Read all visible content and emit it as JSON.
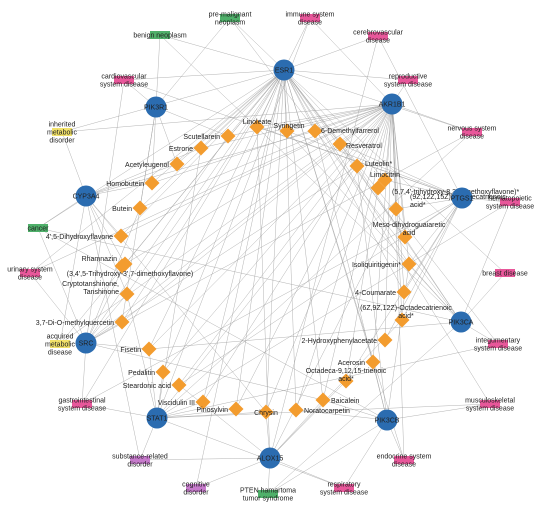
{
  "colors": {
    "target": "#2b6cb0",
    "compound": "#f39c2e",
    "disease_pink": "#e8579a",
    "disease_green": "#4fb06a",
    "disease_yellow": "#f2e26a",
    "disease_purple": "#c77bcc",
    "edge": "#9a9a9a"
  },
  "targets": [
    {
      "id": "ESR1",
      "label": "ESR1"
    },
    {
      "id": "AKR1B1",
      "label": "AKR1B1"
    },
    {
      "id": "PIK3R1",
      "label": "PIK3R1"
    },
    {
      "id": "CYP3A4",
      "label": "CYP3A4"
    },
    {
      "id": "PTGS1",
      "label": "PTGS1"
    },
    {
      "id": "PIK3CA",
      "label": "PIK3CA"
    },
    {
      "id": "SRC",
      "label": "SRC"
    },
    {
      "id": "STAT1",
      "label": "STAT1"
    },
    {
      "id": "PIK3CB",
      "label": "PIK3CB"
    },
    {
      "id": "ALOX15",
      "label": "ALOX15"
    }
  ],
  "compounds": [
    {
      "id": "c1",
      "label": "Syringetin"
    },
    {
      "id": "c2",
      "label": "Linoleate"
    },
    {
      "id": "c3",
      "label": "6-Demethylfarrerol"
    },
    {
      "id": "c4",
      "label": "Scutellarein"
    },
    {
      "id": "c5",
      "label": "Estrone"
    },
    {
      "id": "c6",
      "label": "Resveratrol"
    },
    {
      "id": "c7",
      "label": "Acetyleugenol"
    },
    {
      "id": "c8",
      "label": "Luteolin*"
    },
    {
      "id": "c9",
      "label": "Limocitrin"
    },
    {
      "id": "c10",
      "label": "(5,7,4'-trihydroxy-8,3'-dimethoxyflavone)*"
    },
    {
      "id": "c11",
      "label": "Homobutein"
    },
    {
      "id": "c12",
      "label": "(9Z,12Z,15Z)-Octadecatrienoic acid*"
    },
    {
      "id": "c13",
      "label": "Butein"
    },
    {
      "id": "c14",
      "label": "Meso-dihydroguaiaretic acid"
    },
    {
      "id": "c15",
      "label": "4',5-Dihydroxyflavone"
    },
    {
      "id": "c16",
      "label": "Rhamnazin"
    },
    {
      "id": "c17",
      "label": "(3,4',5-Trihydroxy-3',7-dimethoxyflavone)"
    },
    {
      "id": "c18",
      "label": "Isoliquiritigenin*"
    },
    {
      "id": "c19",
      "label": "Cryptotanshinone, Tanshinone"
    },
    {
      "id": "c20",
      "label": "4-Coumarate"
    },
    {
      "id": "c21",
      "label": "(6Z,9Z,12Z)-Octadecatrienoic acid*"
    },
    {
      "id": "c22",
      "label": "3,7-Di-O-methylquercetin"
    },
    {
      "id": "c23",
      "label": "Fisetin"
    },
    {
      "id": "c24",
      "label": "2-Hydroxyphenylacetate"
    },
    {
      "id": "c25",
      "label": "Pedalitin"
    },
    {
      "id": "c26",
      "label": "Acerosin"
    },
    {
      "id": "c27",
      "label": "Steardonic acid"
    },
    {
      "id": "c28",
      "label": "Octadeca-9,12,15-trienoic acid*"
    },
    {
      "id": "c29",
      "label": "Viscidulin III"
    },
    {
      "id": "c30",
      "label": "Baicalein"
    },
    {
      "id": "c31",
      "label": "Pinosylvin"
    },
    {
      "id": "c32",
      "label": "Chrysin"
    },
    {
      "id": "c33",
      "label": "Noratocarpetin"
    }
  ],
  "diseases": [
    {
      "id": "d1",
      "label": "pre-malignant neoplasm",
      "color": "green"
    },
    {
      "id": "d2",
      "label": "immune system disease",
      "color": "pink"
    },
    {
      "id": "d3",
      "label": "benign neoplasm",
      "color": "green"
    },
    {
      "id": "d4",
      "label": "cerebrovascular disease",
      "color": "pink"
    },
    {
      "id": "d5",
      "label": "cardiovascular system disease",
      "color": "pink"
    },
    {
      "id": "d6",
      "label": "reproductive system disease",
      "color": "pink"
    },
    {
      "id": "d7",
      "label": "inherited metabolic disorder",
      "color": "yellow"
    },
    {
      "id": "d8",
      "label": "nervous system disease",
      "color": "pink"
    },
    {
      "id": "d9",
      "label": "cancer",
      "color": "green"
    },
    {
      "id": "d10",
      "label": "hematopoietic system disease",
      "color": "pink"
    },
    {
      "id": "d11",
      "label": "urinary system disease",
      "color": "pink"
    },
    {
      "id": "d12",
      "label": "breast disease",
      "color": "pink"
    },
    {
      "id": "d13",
      "label": "acquired metabolic disease",
      "color": "yellow"
    },
    {
      "id": "d14",
      "label": "integumentary system disease",
      "color": "pink"
    },
    {
      "id": "d15",
      "label": "gastrointestinal system disease",
      "color": "pink"
    },
    {
      "id": "d16",
      "label": "musculoskeletal system disease",
      "color": "pink"
    },
    {
      "id": "d17",
      "label": "substance-related disorder",
      "color": "purple"
    },
    {
      "id": "d18",
      "label": "endocrine system disease",
      "color": "pink"
    },
    {
      "id": "d19",
      "label": "cognitive disorder",
      "color": "purple"
    },
    {
      "id": "d20",
      "label": "respiratory system disease",
      "color": "pink"
    },
    {
      "id": "d21",
      "label": "PTEN hamartoma tumor syndrome",
      "color": "green"
    }
  ],
  "edges": [
    [
      "c1",
      "ESR1"
    ],
    [
      "c1",
      "AKR1B1"
    ],
    [
      "c1",
      "PTGS1"
    ],
    [
      "c1",
      "PIK3CA"
    ],
    [
      "c2",
      "ESR1"
    ],
    [
      "c2",
      "AKR1B1"
    ],
    [
      "c2",
      "ALOX15"
    ],
    [
      "c2",
      "PTGS1"
    ],
    [
      "c3",
      "ESR1"
    ],
    [
      "c3",
      "AKR1B1"
    ],
    [
      "c3",
      "CYP3A4"
    ],
    [
      "c3",
      "PIK3CB"
    ],
    [
      "c4",
      "ESR1"
    ],
    [
      "c4",
      "AKR1B1"
    ],
    [
      "c4",
      "PIK3R1"
    ],
    [
      "c4",
      "SRC"
    ],
    [
      "c5",
      "ESR1"
    ],
    [
      "c5",
      "CYP3A4"
    ],
    [
      "c5",
      "AKR1B1"
    ],
    [
      "c5",
      "STAT1"
    ],
    [
      "c6",
      "ESR1"
    ],
    [
      "c6",
      "PTGS1"
    ],
    [
      "c6",
      "AKR1B1"
    ],
    [
      "c6",
      "PIK3CA"
    ],
    [
      "c6",
      "SRC"
    ],
    [
      "c7",
      "ESR1"
    ],
    [
      "c7",
      "PIK3R1"
    ],
    [
      "c7",
      "CYP3A4"
    ],
    [
      "c8",
      "AKR1B1"
    ],
    [
      "c8",
      "ESR1"
    ],
    [
      "c8",
      "PIK3CA"
    ],
    [
      "c8",
      "PIK3CB"
    ],
    [
      "c8",
      "SRC"
    ],
    [
      "c8",
      "STAT1"
    ],
    [
      "c9",
      "AKR1B1"
    ],
    [
      "c9",
      "PTGS1"
    ],
    [
      "c9",
      "ESR1"
    ],
    [
      "c11",
      "ESR1"
    ],
    [
      "c11",
      "AKR1B1"
    ],
    [
      "c11",
      "CYP3A4"
    ],
    [
      "c11",
      "PIK3R1"
    ],
    [
      "c12",
      "ALOX15"
    ],
    [
      "c12",
      "PTGS1"
    ],
    [
      "c12",
      "AKR1B1"
    ],
    [
      "c13",
      "AKR1B1"
    ],
    [
      "c13",
      "ESR1"
    ],
    [
      "c13",
      "PIK3R1"
    ],
    [
      "c13",
      "SRC"
    ],
    [
      "c14",
      "PTGS1"
    ],
    [
      "c14",
      "AKR1B1"
    ],
    [
      "c14",
      "ESR1"
    ],
    [
      "c15",
      "ESR1"
    ],
    [
      "c15",
      "AKR1B1"
    ],
    [
      "c15",
      "CYP3A4"
    ],
    [
      "c16",
      "ESR1"
    ],
    [
      "c16",
      "AKR1B1"
    ],
    [
      "c16",
      "CYP3A4"
    ],
    [
      "c16",
      "SRC"
    ],
    [
      "c18",
      "ESR1"
    ],
    [
      "c18",
      "AKR1B1"
    ],
    [
      "c18",
      "PIK3CA"
    ],
    [
      "c18",
      "PIK3CB"
    ],
    [
      "c18",
      "PTGS1"
    ],
    [
      "c19",
      "ESR1"
    ],
    [
      "c19",
      "STAT1"
    ],
    [
      "c19",
      "CYP3A4"
    ],
    [
      "c19",
      "SRC"
    ],
    [
      "c20",
      "PTGS1"
    ],
    [
      "c20",
      "AKR1B1"
    ],
    [
      "c20",
      "ESR1"
    ],
    [
      "c21",
      "ALOX15"
    ],
    [
      "c21",
      "PTGS1"
    ],
    [
      "c21",
      "AKR1B1"
    ],
    [
      "c22",
      "ESR1"
    ],
    [
      "c22",
      "AKR1B1"
    ],
    [
      "c22",
      "SRC"
    ],
    [
      "c22",
      "PIK3R1"
    ],
    [
      "c23",
      "SRC"
    ],
    [
      "c23",
      "PIK3CA"
    ],
    [
      "c23",
      "ESR1"
    ],
    [
      "c23",
      "AKR1B1"
    ],
    [
      "c23",
      "STAT1"
    ],
    [
      "c24",
      "AKR1B1"
    ],
    [
      "c24",
      "PTGS1"
    ],
    [
      "c25",
      "AKR1B1"
    ],
    [
      "c25",
      "ESR1"
    ],
    [
      "c25",
      "STAT1"
    ],
    [
      "c26",
      "AKR1B1"
    ],
    [
      "c26",
      "PIK3CB"
    ],
    [
      "c26",
      "ESR1"
    ],
    [
      "c27",
      "ALOX15"
    ],
    [
      "c27",
      "PTGS1"
    ],
    [
      "c27",
      "AKR1B1"
    ],
    [
      "c28",
      "ALOX15"
    ],
    [
      "c28",
      "PTGS1"
    ],
    [
      "c28",
      "AKR1B1"
    ],
    [
      "c29",
      "ESR1"
    ],
    [
      "c29",
      "AKR1B1"
    ],
    [
      "c29",
      "STAT1"
    ],
    [
      "c30",
      "AKR1B1"
    ],
    [
      "c30",
      "ESR1"
    ],
    [
      "c30",
      "PIK3CB"
    ],
    [
      "c30",
      "ALOX15"
    ],
    [
      "c30",
      "SRC"
    ],
    [
      "c31",
      "ESR1"
    ],
    [
      "c31",
      "AKR1B1"
    ],
    [
      "c31",
      "STAT1"
    ],
    [
      "c32",
      "ESR1"
    ],
    [
      "c32",
      "AKR1B1"
    ],
    [
      "c32",
      "CYP3A4"
    ],
    [
      "c32",
      "ALOX15"
    ],
    [
      "c32",
      "STAT1"
    ],
    [
      "c33",
      "ESR1"
    ],
    [
      "c33",
      "AKR1B1"
    ],
    [
      "c33",
      "PIK3CB"
    ],
    [
      "d1",
      "ESR1"
    ],
    [
      "d1",
      "PIK3CA"
    ],
    [
      "d1",
      "PIK3R1"
    ],
    [
      "d2",
      "ESR1"
    ],
    [
      "d2",
      "STAT1"
    ],
    [
      "d2",
      "AKR1B1"
    ],
    [
      "d3",
      "ESR1"
    ],
    [
      "d3",
      "PIK3CA"
    ],
    [
      "d3",
      "PIK3R1"
    ],
    [
      "d4",
      "ESR1"
    ],
    [
      "d4",
      "PTGS1"
    ],
    [
      "d4",
      "ALOX15"
    ],
    [
      "d5",
      "ESR1"
    ],
    [
      "d5",
      "PTGS1"
    ],
    [
      "d5",
      "PIK3R1"
    ],
    [
      "d5",
      "SRC"
    ],
    [
      "d6",
      "ESR1"
    ],
    [
      "d6",
      "AKR1B1"
    ],
    [
      "d7",
      "CYP3A4"
    ],
    [
      "d7",
      "AKR1B1"
    ],
    [
      "d7",
      "ESR1"
    ],
    [
      "d8",
      "AKR1B1"
    ],
    [
      "d8",
      "ESR1"
    ],
    [
      "d8",
      "STAT1"
    ],
    [
      "d8",
      "SRC"
    ],
    [
      "d9",
      "CYP3A4"
    ],
    [
      "d9",
      "PIK3CA"
    ],
    [
      "d9",
      "ESR1"
    ],
    [
      "d9",
      "SRC"
    ],
    [
      "d9",
      "PIK3CB"
    ],
    [
      "d10",
      "PTGS1"
    ],
    [
      "d10",
      "STAT1"
    ],
    [
      "d10",
      "PIK3CA"
    ],
    [
      "d11",
      "ESR1"
    ],
    [
      "d11",
      "SRC"
    ],
    [
      "d11",
      "AKR1B1"
    ],
    [
      "d12",
      "ESR1"
    ],
    [
      "d12",
      "PIK3CA"
    ],
    [
      "d13",
      "SRC"
    ],
    [
      "d13",
      "AKR1B1"
    ],
    [
      "d13",
      "ESR1"
    ],
    [
      "d13",
      "CYP3A4"
    ],
    [
      "d14",
      "PIK3CA"
    ],
    [
      "d14",
      "STAT1"
    ],
    [
      "d14",
      "ESR1"
    ],
    [
      "d15",
      "STAT1"
    ],
    [
      "d15",
      "SRC"
    ],
    [
      "d15",
      "PTGS1"
    ],
    [
      "d15",
      "ESR1"
    ],
    [
      "d16",
      "PIK3CB"
    ],
    [
      "d16",
      "ESR1"
    ],
    [
      "d16",
      "STAT1"
    ],
    [
      "d17",
      "STAT1"
    ],
    [
      "d17",
      "CYP3A4"
    ],
    [
      "d17",
      "ALOX15"
    ],
    [
      "d18",
      "PIK3CB"
    ],
    [
      "d18",
      "ESR1"
    ],
    [
      "d18",
      "AKR1B1"
    ],
    [
      "d19",
      "ALOX15"
    ],
    [
      "d19",
      "ESR1"
    ],
    [
      "d20",
      "PIK3CB"
    ],
    [
      "d20",
      "ALOX15"
    ],
    [
      "d20",
      "STAT1"
    ],
    [
      "d21",
      "ALOX15"
    ],
    [
      "d21",
      "PIK3CA"
    ],
    [
      "d21",
      "PIK3CB"
    ]
  ]
}
